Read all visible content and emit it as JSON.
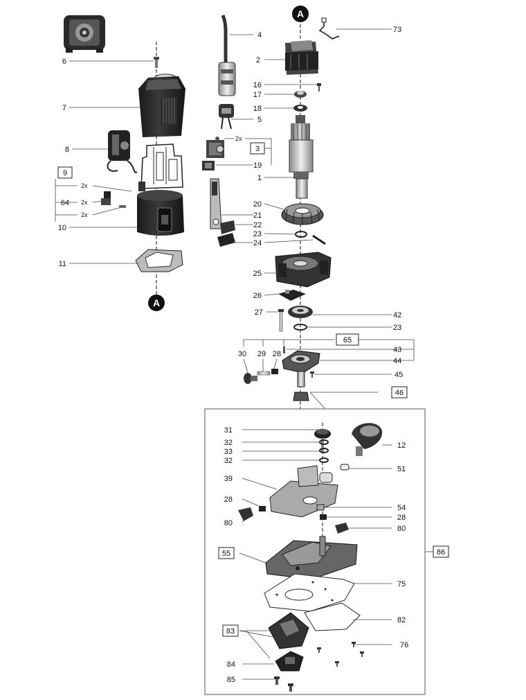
{
  "markers": {
    "top": "A",
    "left": "A"
  },
  "callouts": {
    "c2": "2",
    "c4": "4",
    "c73": "73",
    "c6": "6",
    "c7": "7",
    "c16": "16",
    "c17": "17",
    "c18": "18",
    "c5": "5",
    "c8": "8",
    "c3": "3",
    "c9": "9",
    "c19": "19",
    "c1": "1",
    "c64": "64",
    "c10": "10",
    "c20": "20",
    "c21": "21",
    "c22": "22",
    "c23a": "23",
    "c24": "24",
    "c11": "11",
    "c25": "25",
    "c26": "26",
    "c27": "27",
    "c42": "42",
    "c23b": "23",
    "c65": "65",
    "c43": "43",
    "c44": "44",
    "c30": "30",
    "c29": "29",
    "c28a": "28",
    "c45": "45",
    "c46": "46",
    "c31": "31",
    "c12": "12",
    "c32a": "32",
    "c33": "33",
    "c32b": "32",
    "c51": "51",
    "c39": "39",
    "c28b": "28",
    "c54": "54",
    "c28c": "28",
    "c80a": "80",
    "c80b": "80",
    "c55": "55",
    "c86": "86",
    "c75": "75",
    "c82": "82",
    "c83": "83",
    "c76": "76",
    "c84": "84",
    "c85": "85"
  },
  "multipliers": {
    "m1": "2x",
    "m2": "2x",
    "m3": "2x",
    "m4": "2x"
  }
}
